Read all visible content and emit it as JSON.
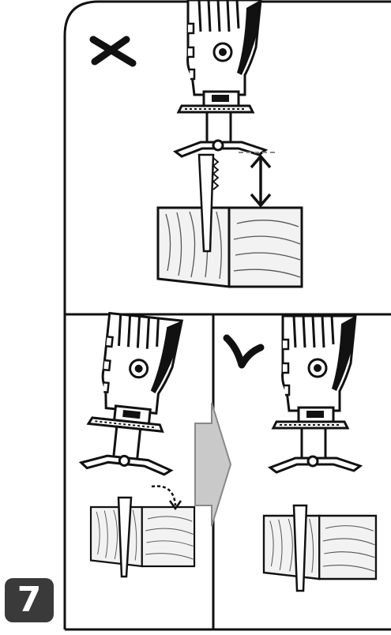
{
  "figure": {
    "step_number": "7",
    "panels": [
      {
        "id": "incorrect",
        "marker": "cross-icon"
      },
      {
        "id": "correct-before",
        "marker": "none"
      },
      {
        "id": "correct-after",
        "marker": "checkmark-icon"
      }
    ],
    "transition_icon": "arrow-right-icon",
    "colors": {
      "line": "#111111",
      "wood_fill": "#f2f2f2",
      "arrow_fill": "#c9c9c9",
      "badge": "#3a3a3a"
    }
  }
}
